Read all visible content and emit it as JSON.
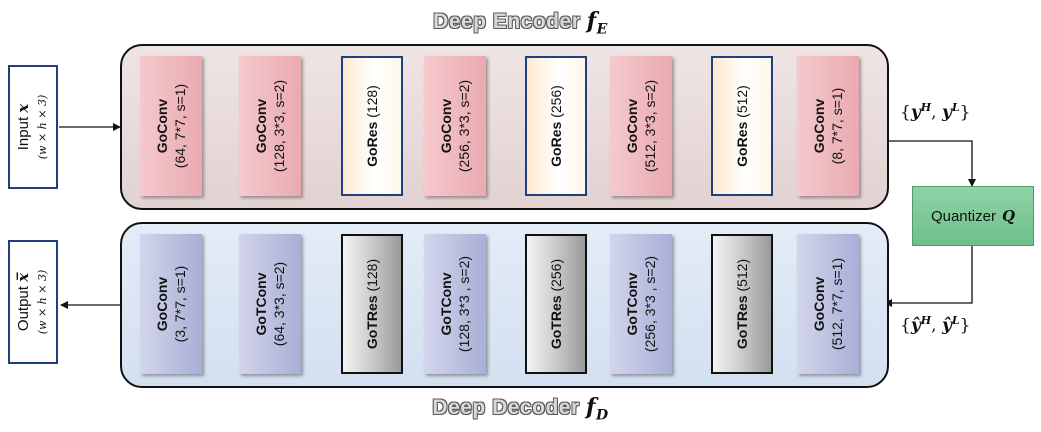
{
  "encoder": {
    "title": "Deep Encoder ",
    "fn_letter": "f",
    "fn_sub": "E",
    "blocks": [
      {
        "name": "GoConv",
        "params": "(64, 7*7, s=1)"
      },
      {
        "name": "GoConv",
        "params": "(128, 3*3, s=2)"
      },
      {
        "name": "GoRes",
        "params": " (128)"
      },
      {
        "name": "GoConv",
        "params": "(256, 3*3, s=2)"
      },
      {
        "name": "GoRes",
        "params": " (256)"
      },
      {
        "name": "GoConv",
        "params": "(512, 3*3, s=2)"
      },
      {
        "name": "GoRes",
        "params": " (512)"
      },
      {
        "name": "GoConv",
        "params": "(8, 7*7, s=1)"
      }
    ]
  },
  "decoder": {
    "title": "Deep Decoder ",
    "fn_letter": "f",
    "fn_sub": "D",
    "blocks": [
      {
        "name": "GoConv",
        "params": "(3, 7*7, s=1)"
      },
      {
        "name": "GoTConv",
        "params": "(64, 3*3, s=2)"
      },
      {
        "name": "GoTRes",
        "params": " (128)"
      },
      {
        "name": "GoTConv",
        "params": "(128, 3*3 , s=2)"
      },
      {
        "name": "GoTRes",
        "params": " (256)"
      },
      {
        "name": "GoTConv",
        "params": "(256, 3*3 , s=2)"
      },
      {
        "name": "GoTRes",
        "params": " (512)"
      },
      {
        "name": "GoConv",
        "params": "(512, 7*7, s=1)"
      }
    ]
  },
  "input": {
    "label": "Input ",
    "var": "x",
    "dims": "(w × h × 3)"
  },
  "output": {
    "label": "Output ",
    "var": "x̅",
    "dims": "(w × h × 3)"
  },
  "quantizer": {
    "label": "Quantizer ",
    "var": "Q"
  },
  "latent": {
    "open": "{",
    "y": "y",
    "h": "H",
    "sep": ", ",
    "y2": "y",
    "l": "L",
    "close": "}"
  },
  "latent_hat": {
    "open": "{",
    "y": "ŷ",
    "h": "H",
    "sep": ", ",
    "y2": "ŷ",
    "l": "L",
    "close": "}"
  }
}
